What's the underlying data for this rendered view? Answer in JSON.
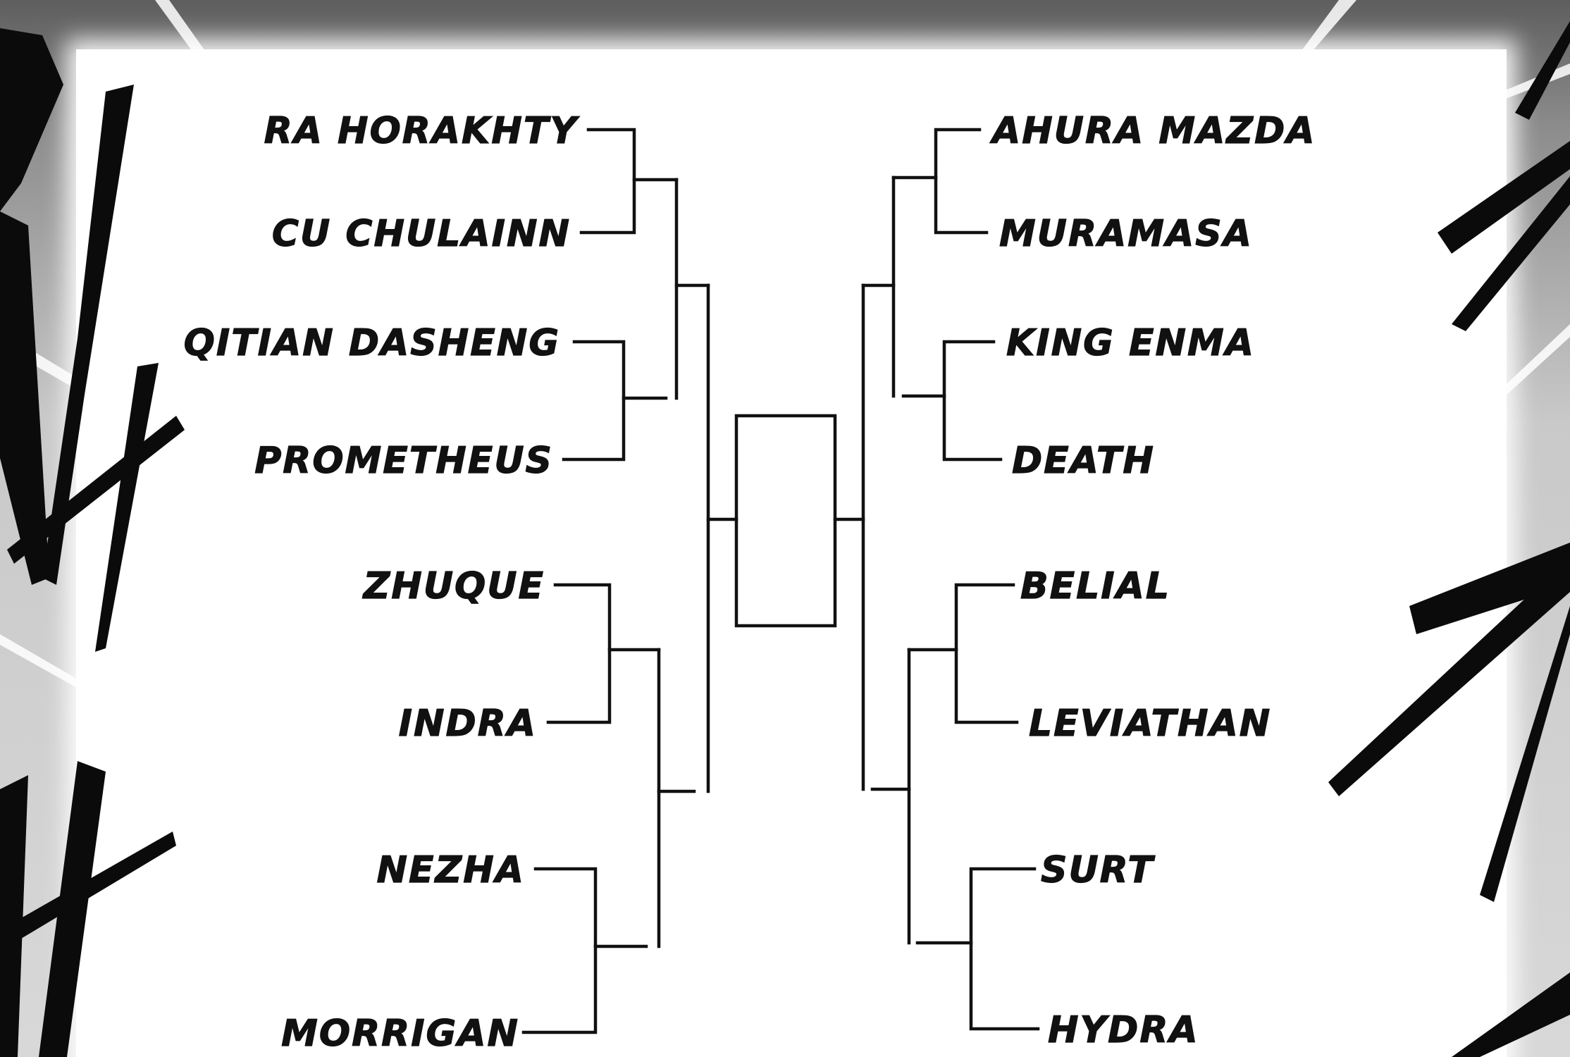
{
  "bracket": {
    "left": [
      "RA HORAKHTY",
      "CU CHULAINN",
      "QITIAN DASHENG",
      "PROMETHEUS",
      "ZHUQUE",
      "INDRA",
      "NEZHA",
      "MORRIGAN"
    ],
    "right": [
      "AHURA MAZDA",
      "MURAMASA",
      "KING ENMA",
      "DEATH",
      "BELIAL",
      "LEVIATHAN",
      "SURT",
      "HYDRA"
    ],
    "champion": ""
  },
  "colors": {
    "ink": "#111111",
    "paper": "#ffffff",
    "background": "#8c8c8c"
  }
}
